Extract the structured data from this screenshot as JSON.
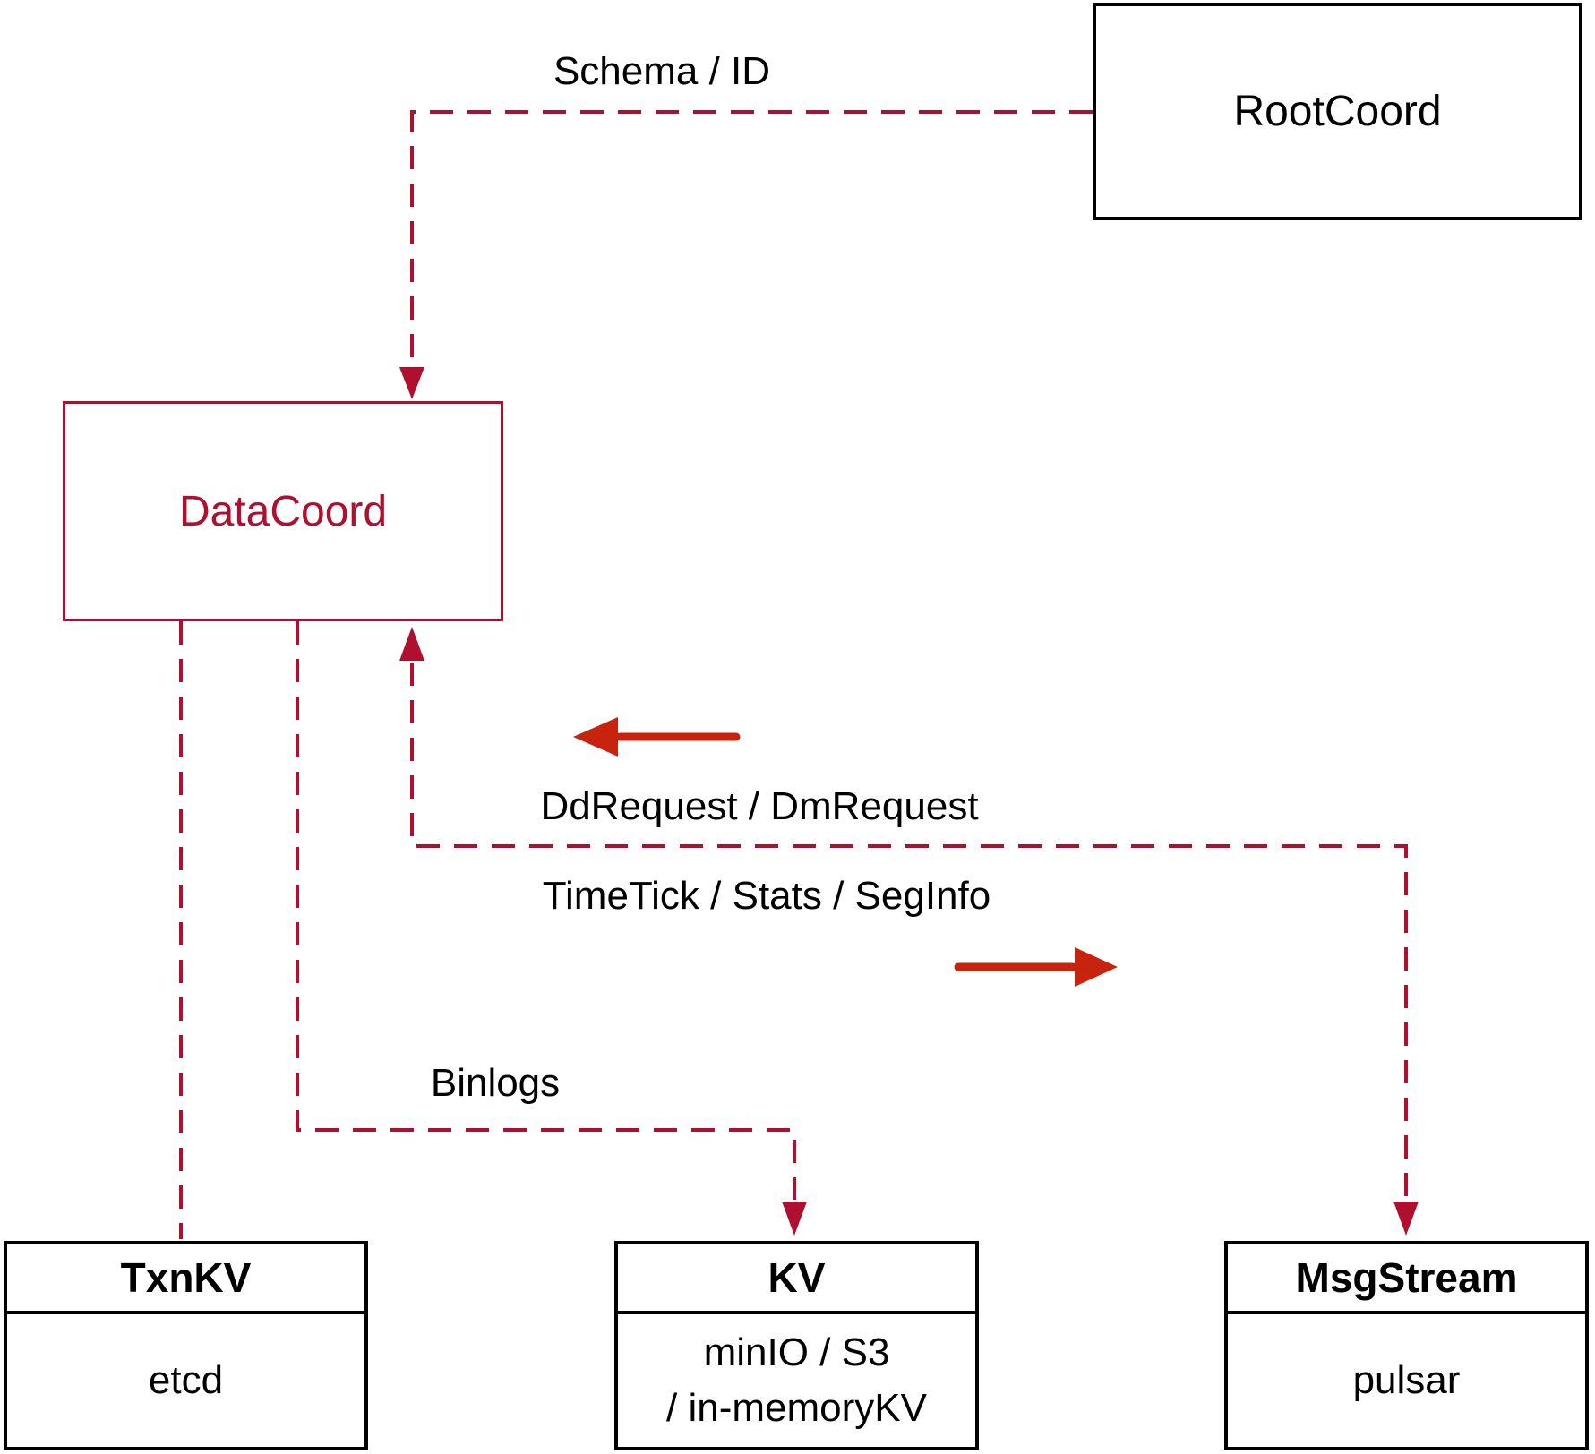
{
  "colors": {
    "crimson": "#b0102f",
    "red": "#c8230e",
    "ink": "#000000"
  },
  "nodes": {
    "rootcoord": {
      "label": "RootCoord"
    },
    "datacoord": {
      "label": "DataCoord"
    },
    "txnkv": {
      "title": "TxnKV",
      "impl": "etcd"
    },
    "kv": {
      "title": "KV",
      "impl_line1": "minIO / S3",
      "impl_line2": "/ in-memoryKV"
    },
    "msgstream": {
      "title": "MsgStream",
      "impl": "pulsar"
    }
  },
  "edges": {
    "schema_id": "Schema / ID",
    "dd_dm": "DdRequest / DmRequest",
    "timetick": "TimeTick / Stats / SegInfo",
    "binlogs": "Binlogs"
  }
}
